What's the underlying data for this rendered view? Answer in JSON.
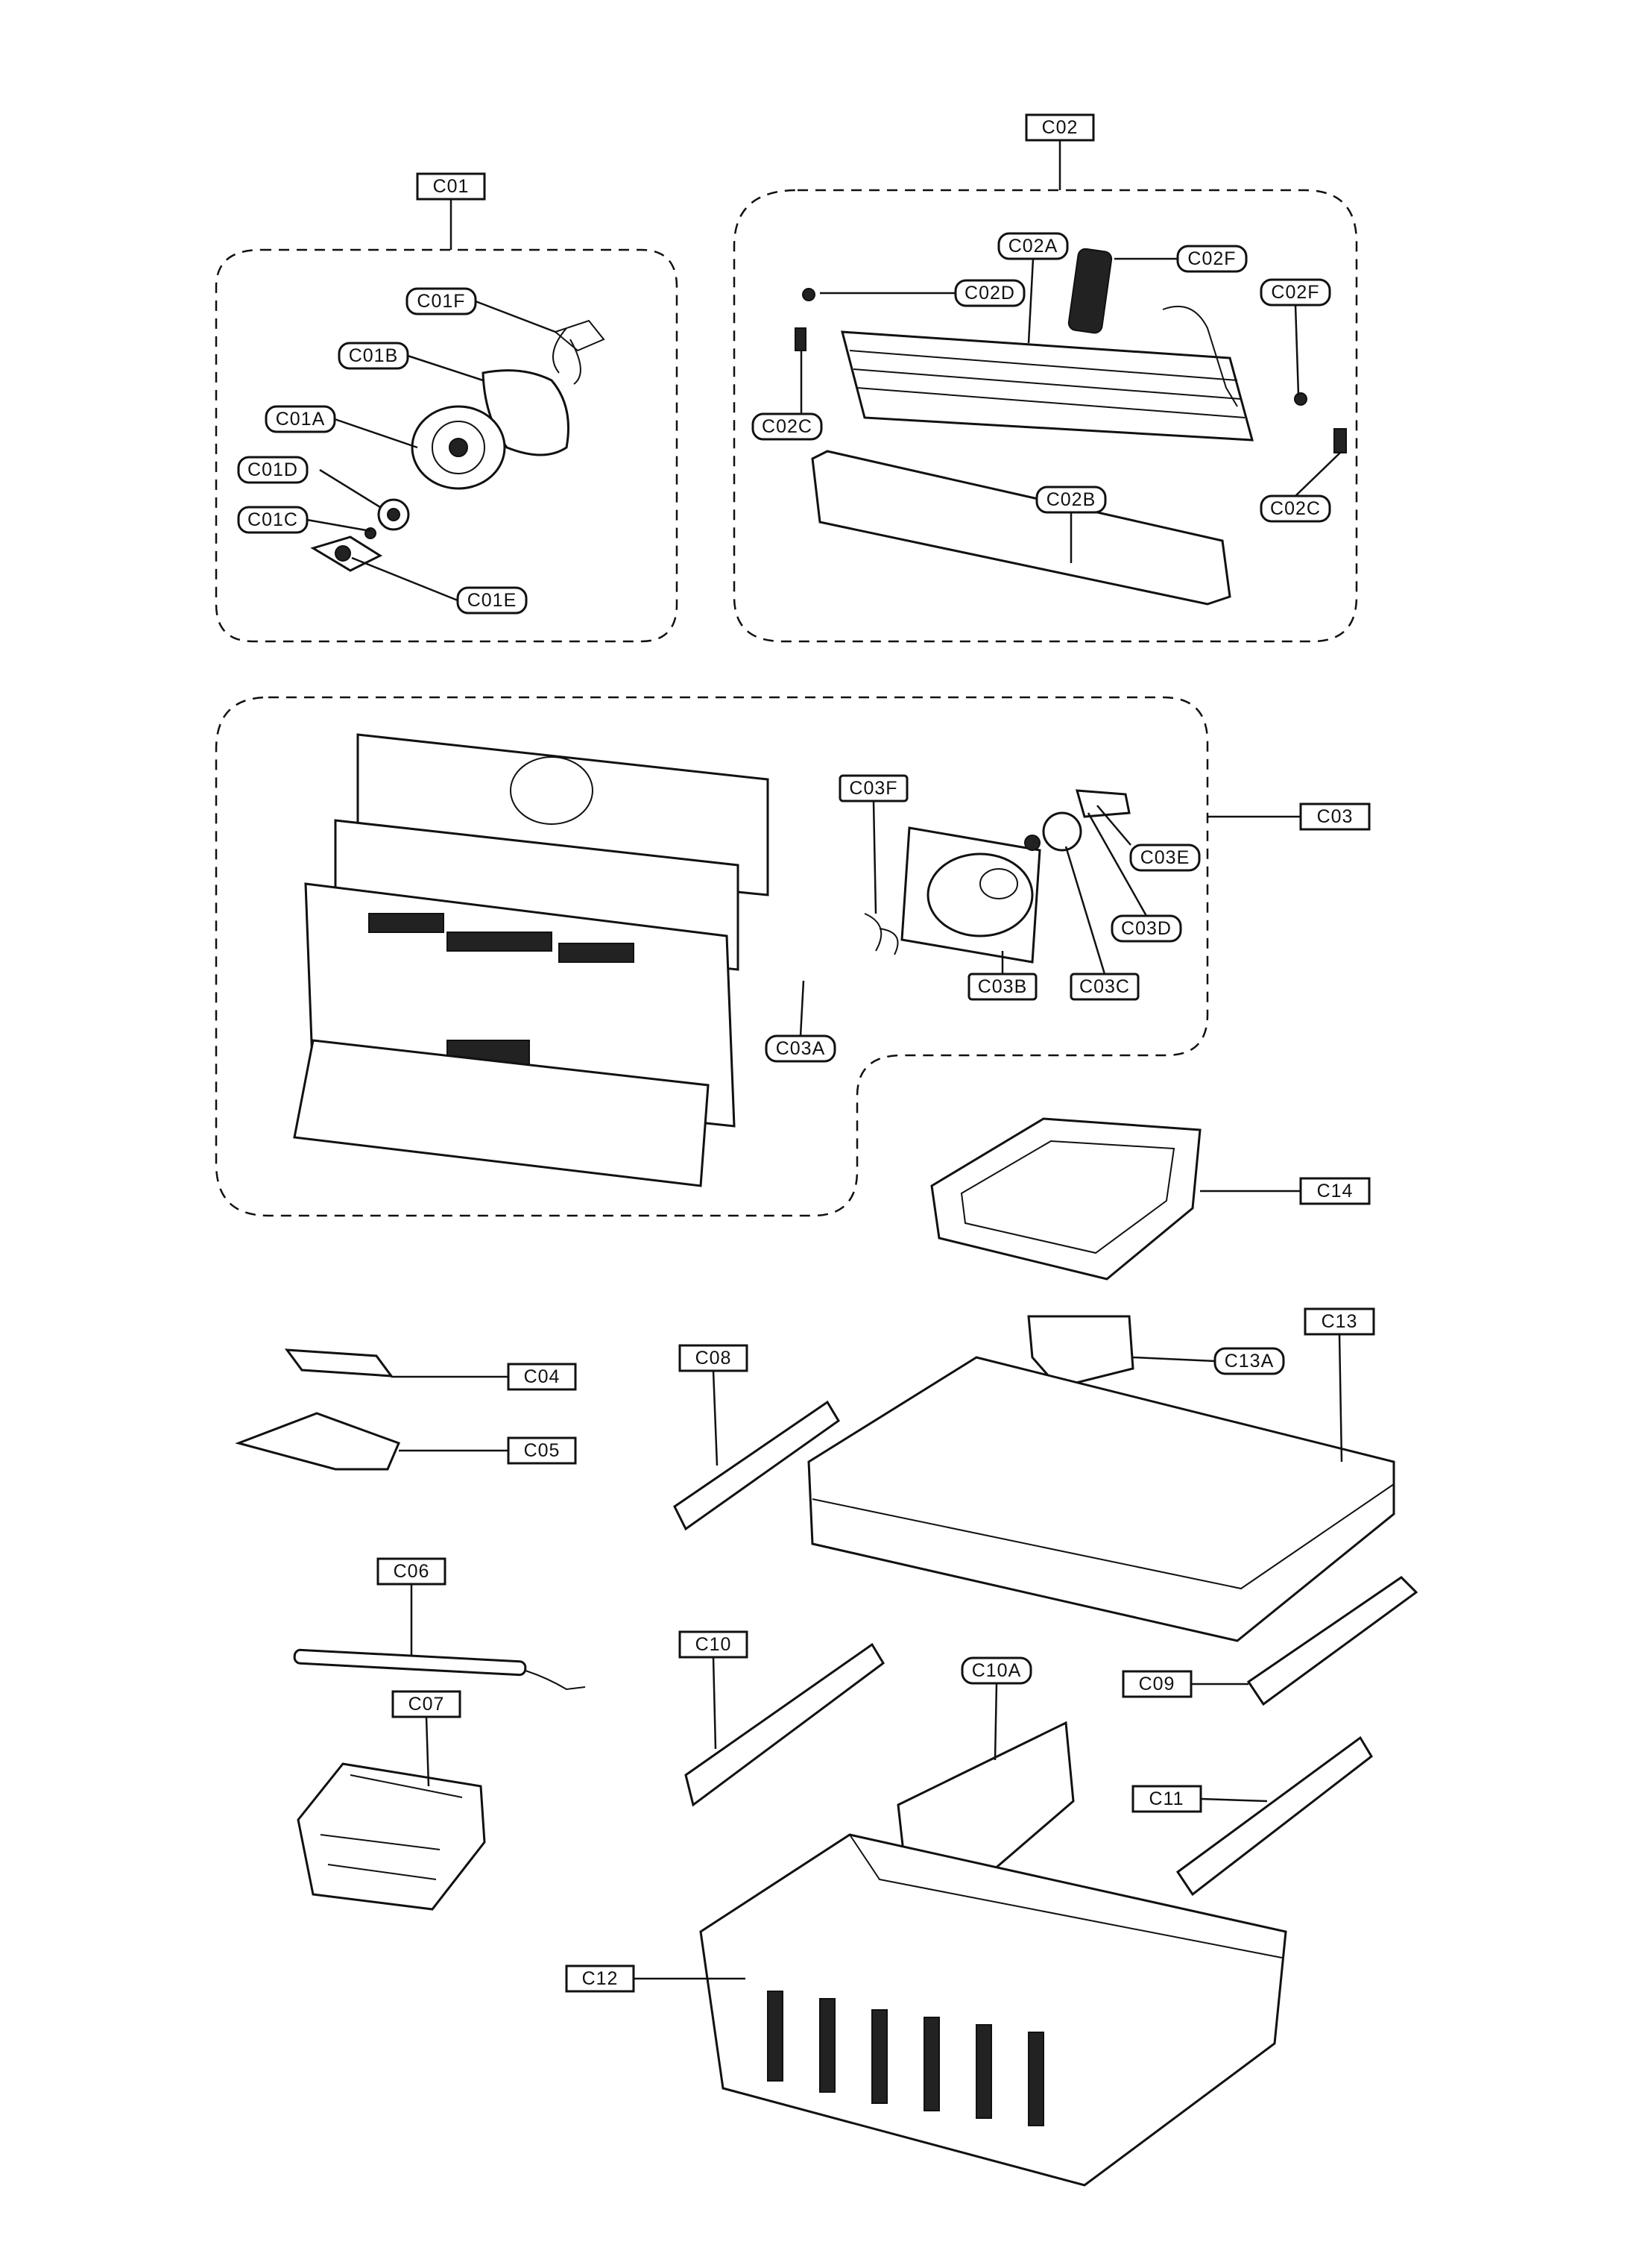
{
  "labels": {
    "C01": "C01",
    "C01F": "C01F",
    "C01B": "C01B",
    "C01A": "C01A",
    "C01D": "C01D",
    "C01C": "C01C",
    "C01E": "C01E",
    "C02": "C02",
    "C02A": "C02A",
    "C02F_top": "C02F",
    "C02D": "C02D",
    "C02F_right": "C02F",
    "C02C_left": "C02C",
    "C02C_right": "C02C",
    "C02B": "C02B",
    "C03": "C03",
    "C03F": "C03F",
    "C03E": "C03E",
    "C03D": "C03D",
    "C03A": "C03A",
    "C03B": "C03B",
    "C03C": "C03C",
    "C14": "C14",
    "C13": "C13",
    "C13A": "C13A",
    "C08": "C08",
    "C04": "C04",
    "C05": "C05",
    "C06": "C06",
    "C07": "C07",
    "C10": "C10",
    "C10A": "C10A",
    "C09": "C09",
    "C11": "C11",
    "C12": "C12"
  }
}
